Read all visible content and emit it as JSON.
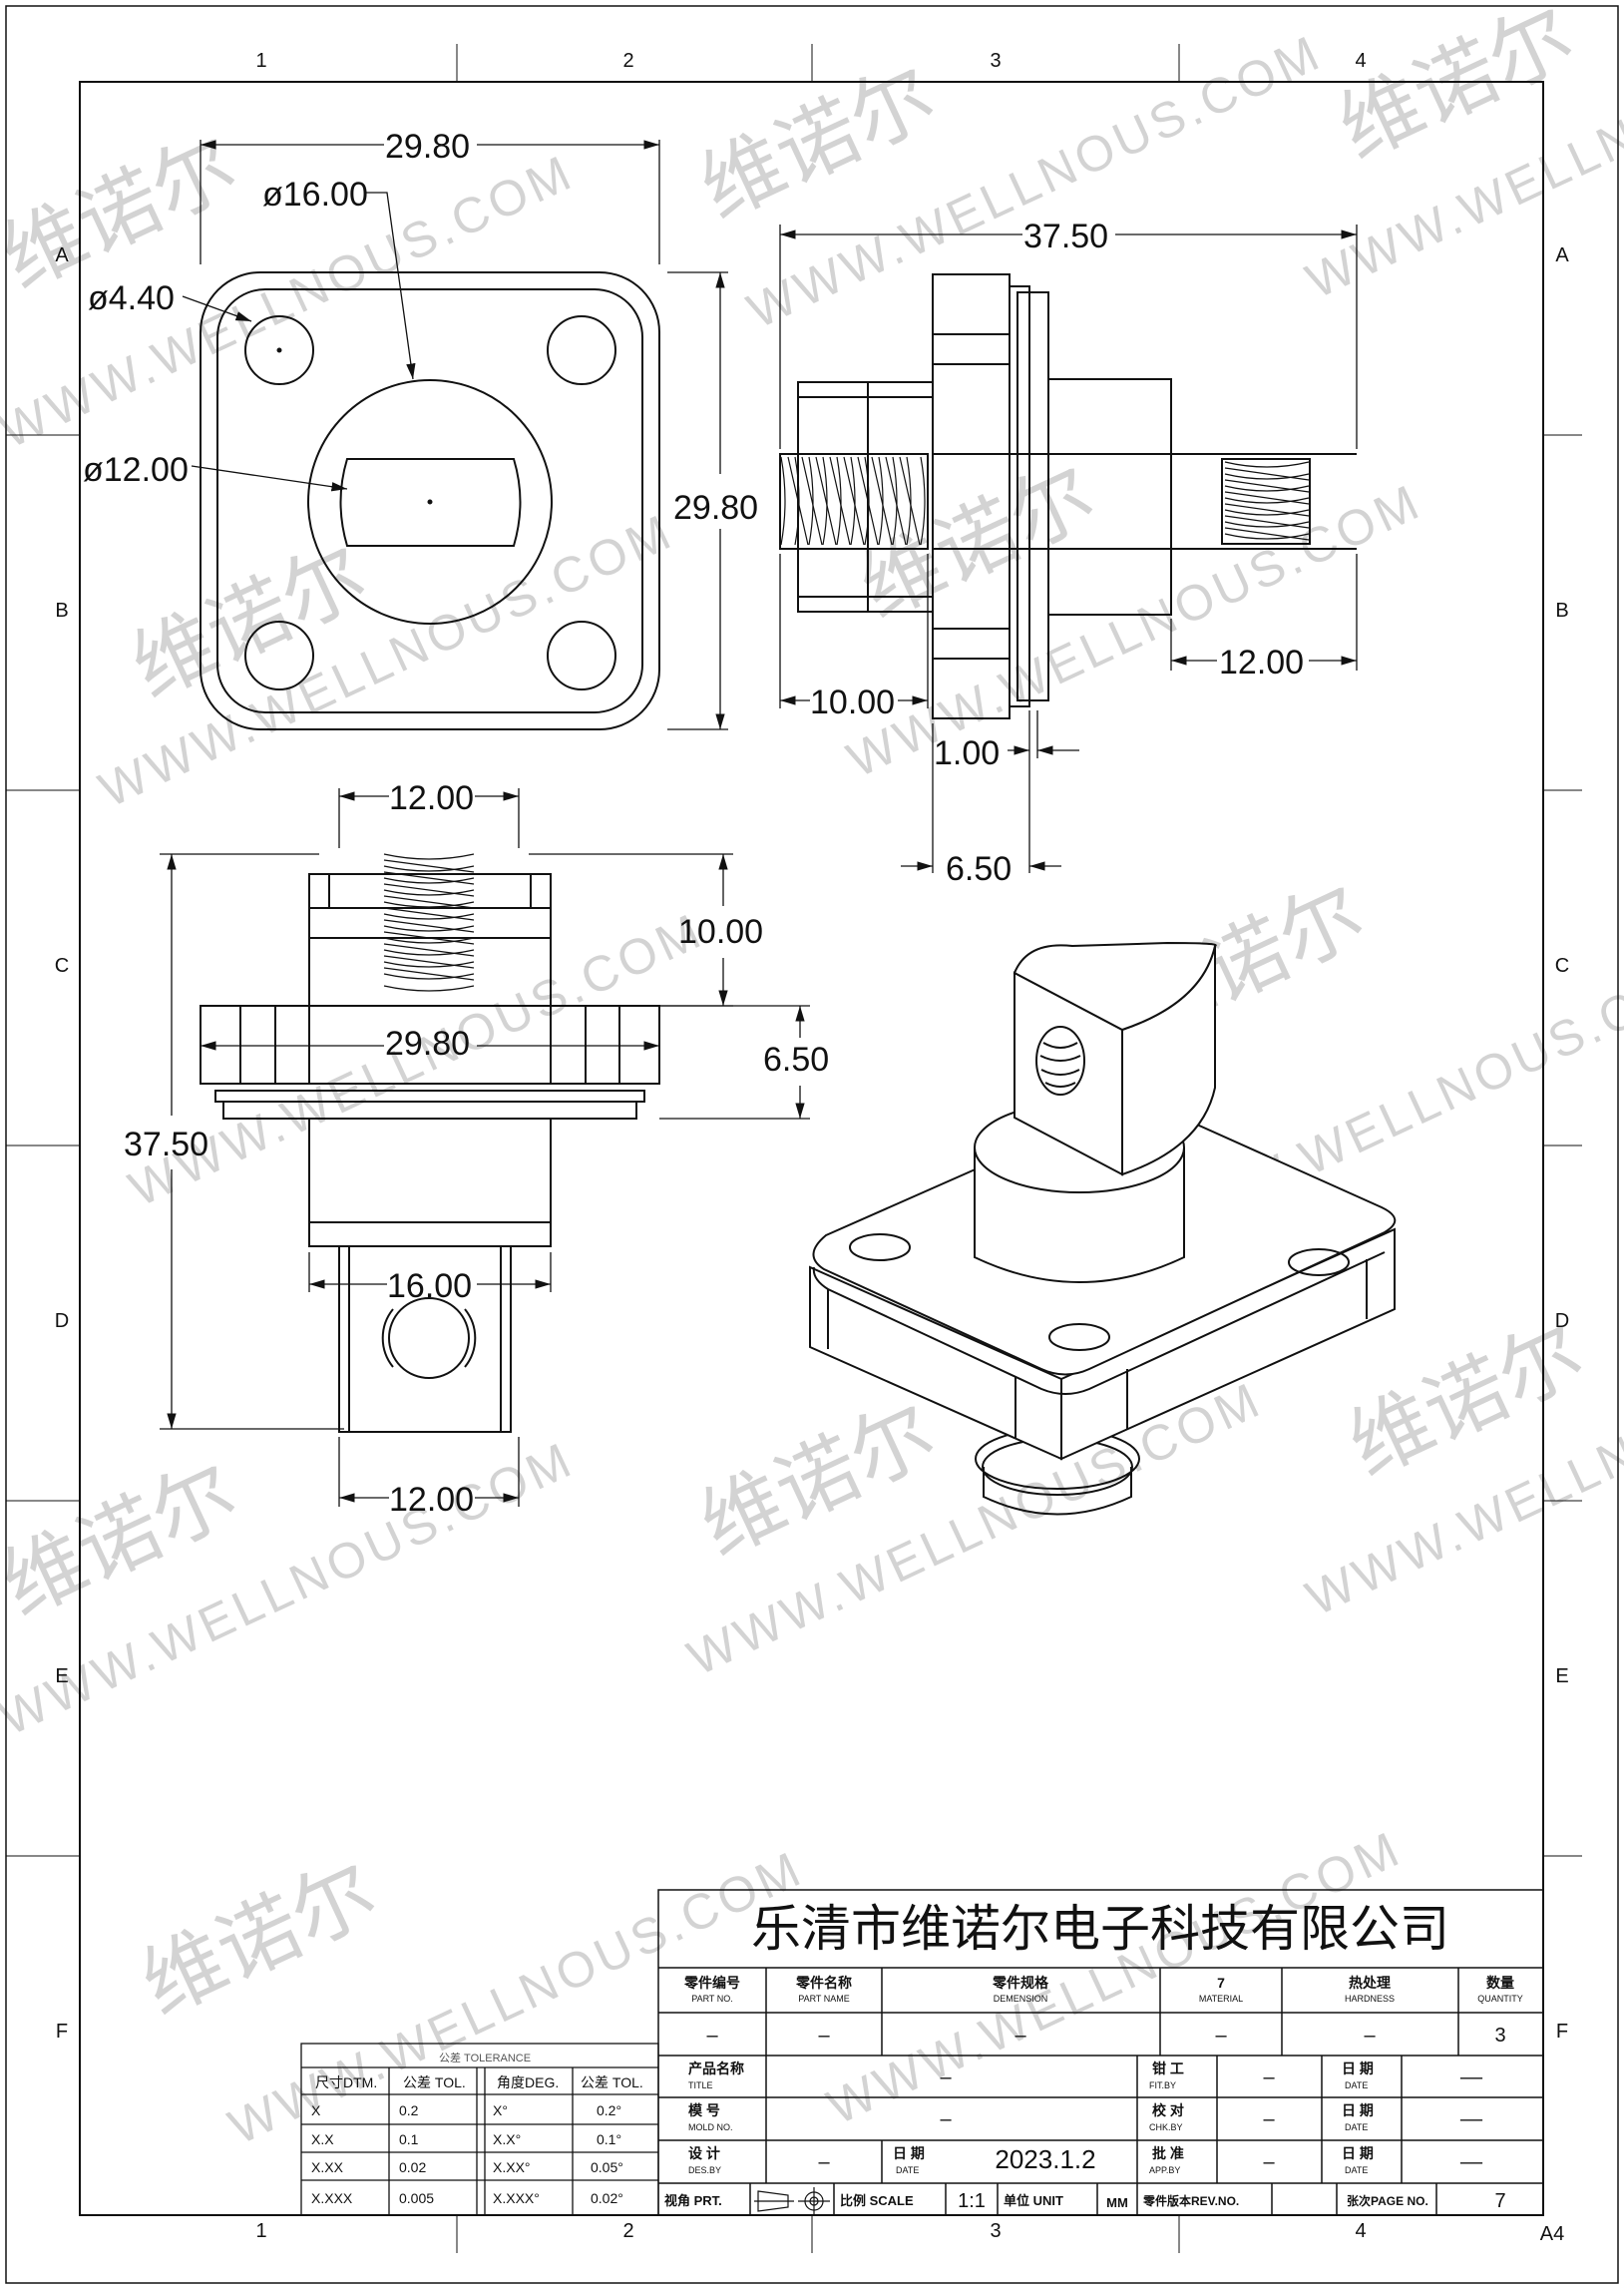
{
  "sheet": {
    "size_label": "A4",
    "columns": [
      "1",
      "2",
      "3",
      "4"
    ],
    "rows": [
      "A",
      "B",
      "C",
      "D",
      "E",
      "F"
    ]
  },
  "watermarks": {
    "cn": "维诺尔",
    "en": "WWW.WELLNOUS.COM"
  },
  "front_view": {
    "dims": {
      "width": "29.80",
      "bore": "ø16.00",
      "hole": "ø4.40",
      "inner": "ø12.00",
      "height": "29.80"
    }
  },
  "side_view": {
    "dims": {
      "length": "37.50",
      "left_thread": "10.00",
      "flange_step": "1.00",
      "flange": "6.50",
      "right_thread": "12.00"
    }
  },
  "bottom_view": {
    "dims": {
      "top_w": "12.00",
      "thread_h": "10.00",
      "flange_w": "29.80",
      "flange_h": "6.50",
      "total_h": "37.50",
      "body_w": "16.00",
      "bottom_w": "12.00"
    }
  },
  "title_block": {
    "company": "乐清市维诺尔电子科技有限公司",
    "headers": [
      {
        "cn": "零件编号",
        "en": "PART NO.",
        "value": "–"
      },
      {
        "cn": "零件名称",
        "en": "PART NAME",
        "value": "–"
      },
      {
        "cn": "零件规格",
        "en": "DEMENSION",
        "value": "–"
      },
      {
        "cn": "7",
        "en": "MATERIAL",
        "value": "–"
      },
      {
        "cn": "热处理",
        "en": "HARDNESS",
        "value": "–"
      },
      {
        "cn": "数量",
        "en": "QUANTITY",
        "value": "3"
      }
    ],
    "title": {
      "cn": "产品名称",
      "en": "TITLE",
      "value": "–"
    },
    "mold": {
      "cn": "模 号",
      "en": "MOLD NO.",
      "value": "–"
    },
    "design": {
      "cn": "设 计",
      "en": "DES.BY",
      "value": "–"
    },
    "date_label": {
      "cn": "日 期",
      "en": "DATE",
      "value": "2023.1.2"
    },
    "fit": {
      "cn": "钳 工",
      "en": "FIT.BY",
      "value": "–"
    },
    "chk": {
      "cn": "校 对",
      "en": "CHK.BY",
      "value": "–"
    },
    "app": {
      "cn": "批 准",
      "en": "APP.BY",
      "value": "–"
    },
    "date_r": {
      "cn": "日 期",
      "en": "DATE",
      "value": "––"
    },
    "view_label": "视角 PRT.",
    "scale_label": "比例 SCALE",
    "scale": "1:1",
    "unit_label": "单位 UNIT",
    "unit": "MM",
    "rev_label": "零件版本REV.NO.",
    "page_label": "张次PAGE NO.",
    "page": "7"
  },
  "tolerance": {
    "title": "公差 TOLERANCE",
    "headers": [
      "尺寸DTM.",
      "公差 TOL.",
      "角度DEG.",
      "公差 TOL."
    ],
    "rows": [
      [
        "X",
        "0.2",
        "X°",
        "0.2°"
      ],
      [
        "X.X",
        "0.1",
        "X.X°",
        "0.1°"
      ],
      [
        "X.XX",
        "0.02",
        "X.XX°",
        "0.05°"
      ],
      [
        "X.XXX",
        "0.005",
        "X.XXX°",
        "0.02°"
      ]
    ]
  }
}
